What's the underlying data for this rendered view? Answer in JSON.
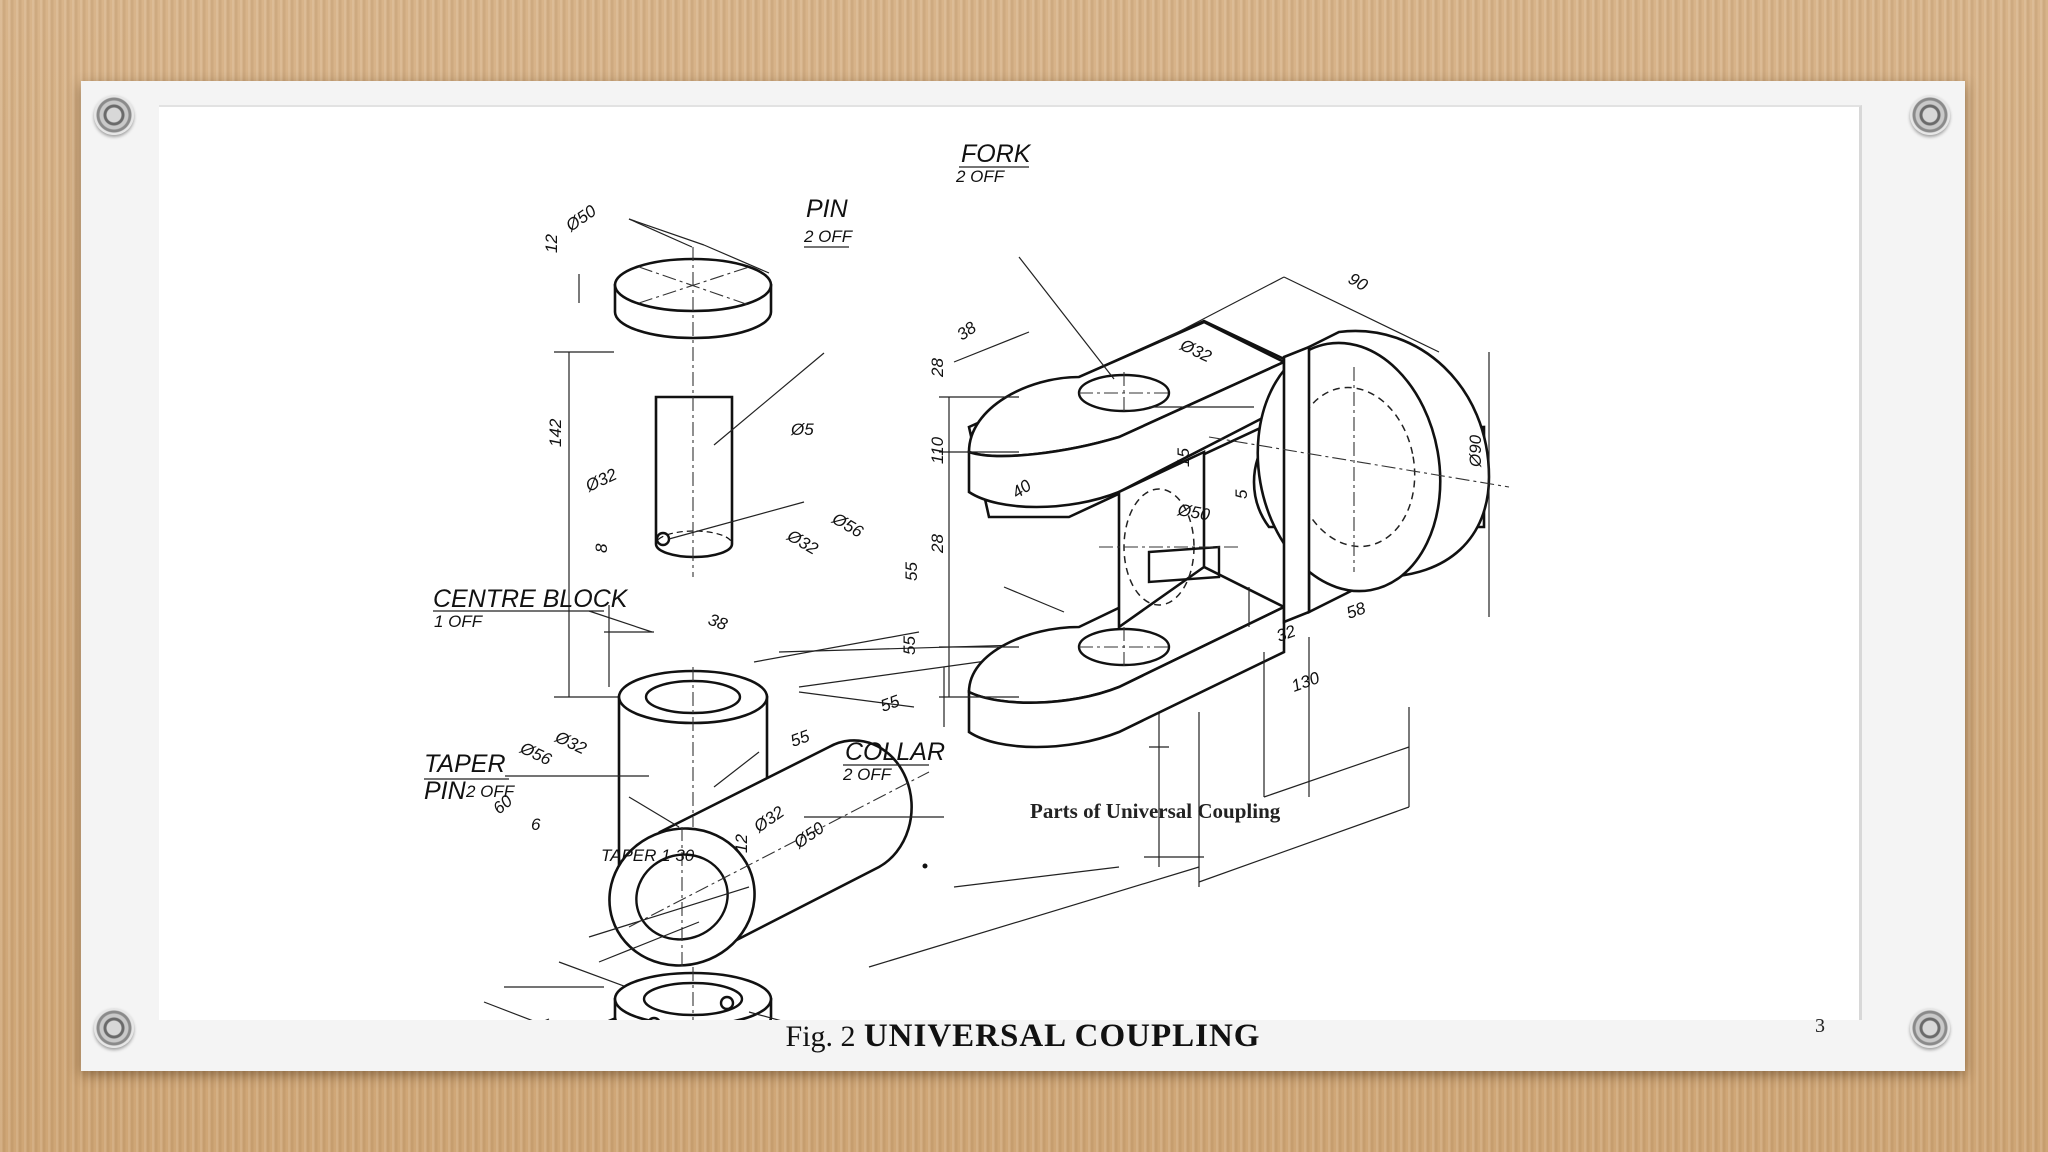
{
  "slide": {
    "page_number": "3",
    "caption_prefix": "Fig. 2",
    "caption_title": "UNIVERSAL COUPLING"
  },
  "drawing": {
    "sub_caption": "Parts of Universal Coupling",
    "parts": {
      "pin_name": "PIN",
      "pin_qty": "2 OFF",
      "fork_name": "FORK",
      "fork_qty": "2 OFF",
      "centre_block_name": "CENTRE BLOCK",
      "centre_block_qty": "1 OFF",
      "taper_pin_name": "TAPER",
      "taper_pin_name2": "PIN",
      "taper_pin_qty": "2 OFF",
      "collar_name": "COLLAR",
      "collar_qty": "2 OFF"
    },
    "dimensions": {
      "pin_head_dia": "Ø50",
      "pin_head_h": "12",
      "pin_len": "142",
      "pin_dia": "Ø32",
      "pin_hole": "Ø5",
      "pin_hole_off": "8",
      "block_od": "Ø56",
      "block_id": "Ø32",
      "block_r": "38",
      "block_h1": "55",
      "block_h2": "55",
      "block_side_id": "Ø32",
      "block_side_od": "Ø56",
      "block_len1": "55",
      "block_len2": "55",
      "taper_len": "60",
      "taper_6": "6",
      "taper_note": "TAPER 1 30",
      "collar_h": "12",
      "collar_id": "Ø32",
      "collar_od": "Ø50",
      "fork_w": "90",
      "fork_38": "38",
      "fork_hole": "Ø32",
      "fork_28a": "28",
      "fork_110": "110",
      "fork_28b": "28",
      "fork_40": "40",
      "fork_boss": "Ø90",
      "fork_shaft": "Ø50",
      "fork_key1": "15",
      "fork_key2": "5",
      "fork_32": "32",
      "fork_58": "58",
      "fork_130": "130"
    }
  }
}
